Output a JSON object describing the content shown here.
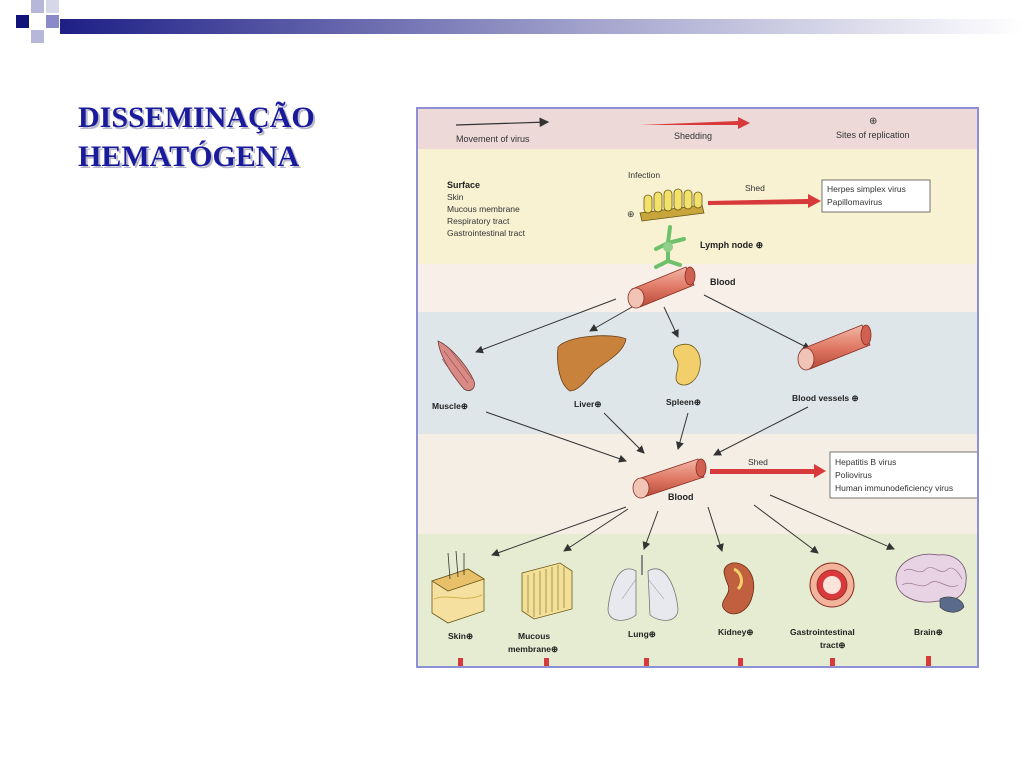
{
  "slide": {
    "title_line1": "DISSEMINAÇÃO",
    "title_line2": "HEMATÓGENA"
  },
  "colors": {
    "title": "#1a1a9c",
    "accent_dark": "#11137a",
    "accent_light": "#8a8ac8",
    "frame": "#8f8fd6"
  },
  "diagram": {
    "legend": {
      "movement": "Movement of virus",
      "shedding": "Shedding",
      "replication_symbol": "⊕",
      "replication": "Sites of replication"
    },
    "surface": {
      "heading": "Surface",
      "items": [
        "Skin",
        "Mucous membrane",
        "Respiratory tract",
        "Gastrointestinal tract"
      ]
    },
    "infection": "Infection",
    "infection_symbol": "⊕",
    "shed_1": "Shed",
    "viruses_1": [
      "Herpes simplex virus",
      "Papillomavirus"
    ],
    "lymph_node": "Lymph node ⊕",
    "blood_1": "Blood",
    "organs_1": {
      "muscle": "Muscle⊕",
      "liver": "Liver⊕",
      "spleen": "Spleen⊕",
      "vessels": "Blood vessels ⊕"
    },
    "shed_2": "Shed",
    "viruses_2": [
      "Hepatitis B virus",
      "Poliovirus",
      "Human immunodeficiency virus"
    ],
    "blood_2": "Blood",
    "organs_2": {
      "skin": "Skin⊕",
      "mucous_1": "Mucous",
      "mucous_2": "membrane⊕",
      "lung": "Lung⊕",
      "kidney": "Kidney⊕",
      "gi_1": "Gastrointestinal",
      "gi_2": "tract⊕",
      "brain": "Brain⊕"
    }
  }
}
